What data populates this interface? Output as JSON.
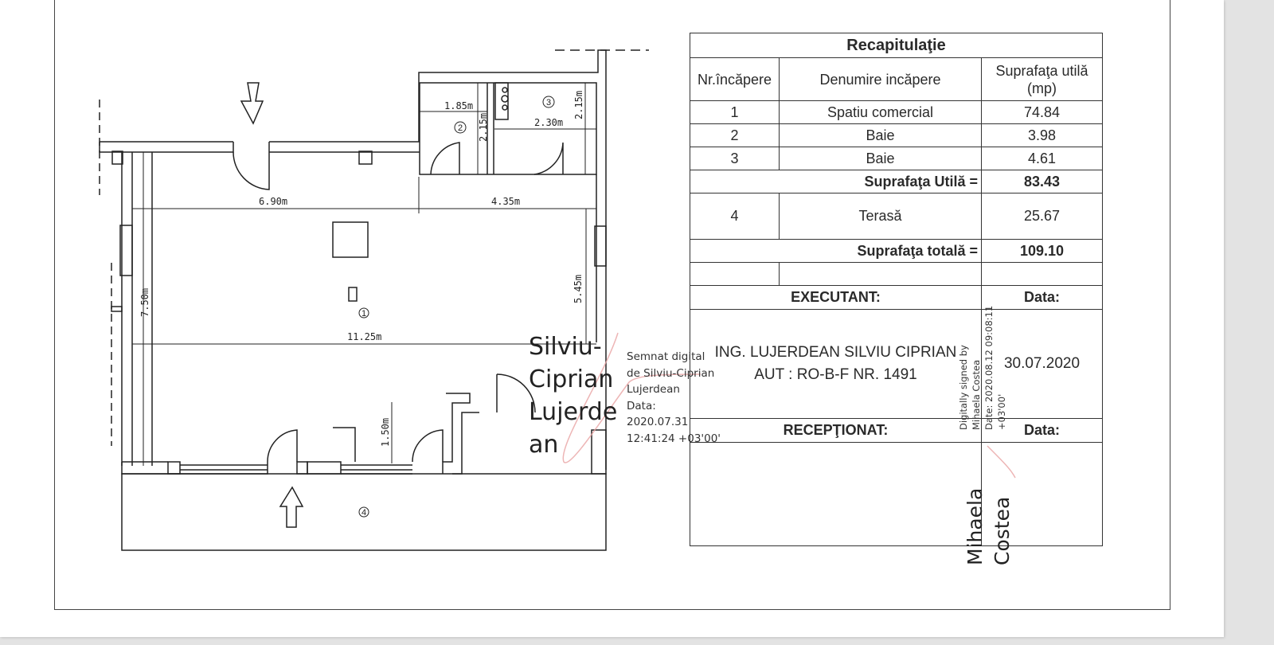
{
  "document": {
    "type": "floor-plan-sheet"
  },
  "floor_plan": {
    "dimensions": {
      "room1_width_left": "6.90m",
      "room1_width_right": "4.35m",
      "room1_total_width": "11.25m",
      "room1_height_left": "7.50m",
      "room1_height_right": "5.45m",
      "room2_width": "1.85m",
      "room2_height": "2.15m",
      "room3_width": "2.30m",
      "room3_height": "2.15m",
      "entry_depth": "1.50m"
    },
    "room_markers": [
      "1",
      "2",
      "3",
      "4"
    ]
  },
  "recap_table": {
    "title": "Recapitulaţie",
    "headers": {
      "nr": "Nr.încăpere",
      "name": "Denumire incăpere",
      "area": "Suprafaţa utilă (mp)"
    },
    "rows": [
      {
        "nr": "1",
        "name": "Spatiu comercial",
        "area": "74.84"
      },
      {
        "nr": "2",
        "name": "Baie",
        "area": "3.98"
      },
      {
        "nr": "3",
        "name": "Baie",
        "area": "4.61"
      }
    ],
    "useful_total_label": "Suprafaţa Utilă =",
    "useful_total_value": "83.43",
    "terrace": {
      "nr": "4",
      "name": "Terasă",
      "area": "25.67"
    },
    "grand_total_label": "Suprafaţa totală =",
    "grand_total_value": "109.10",
    "executant_label": "EXECUTANT:",
    "date_label": "Data:",
    "executant_name": "ING. LUJERDEAN SILVIU CIPRIAN",
    "executant_auth": "AUT : RO-B-F NR. 1491",
    "executant_date": "30.07.2020",
    "receptionat_label": "RECEPŢIONAT:",
    "receptionat_date_label": "Data:"
  },
  "signatures": {
    "sig1": {
      "big_name_lines": [
        "Silviu-",
        "Ciprian",
        "Lujerde",
        "an"
      ],
      "small_lines": [
        "Semnat digital",
        "de Silviu-Ciprian",
        "Lujerdean",
        "Data:",
        "2020.07.31",
        "12:41:24 +03'00'"
      ]
    },
    "sig2": {
      "small_lines": [
        "Digitally signed by",
        "Mihaela Costea",
        "Date: 2020.08.12 09:08:11",
        "+03'00'"
      ],
      "big_name_lines": [
        "Mihaela",
        "Costea"
      ]
    }
  },
  "colors": {
    "line": "#222222",
    "background": "#ffffff",
    "viewer_bg": "#e3e3e3",
    "signature_accent": "#e8a3a3"
  }
}
